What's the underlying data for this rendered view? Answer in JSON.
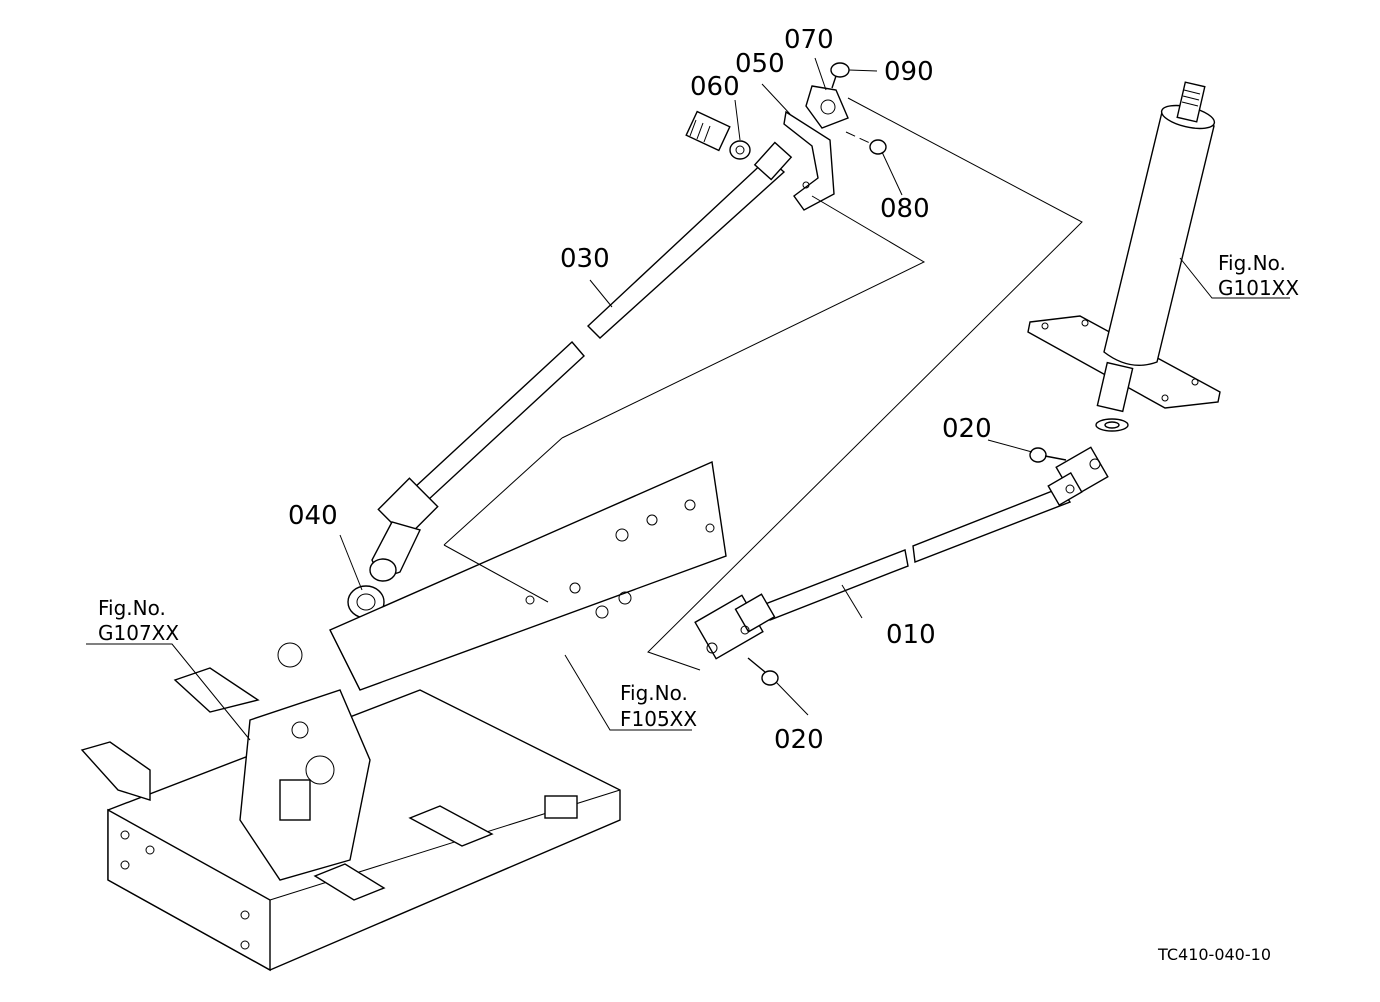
{
  "parts": {
    "p010": "010",
    "p020_top": "020",
    "p020_bottom": "020",
    "p030": "030",
    "p040": "040",
    "p050": "050",
    "p060": "060",
    "p070": "070",
    "p080": "080",
    "p090": "090"
  },
  "references": {
    "g101_line1": "Fig.No.",
    "g101_line2": "G101XX",
    "g107_line1": "Fig.No.",
    "g107_line2": "G107XX",
    "f105_line1": "Fig.No.",
    "f105_line2": "F105XX"
  },
  "drawing_code": "TC410-040-10"
}
